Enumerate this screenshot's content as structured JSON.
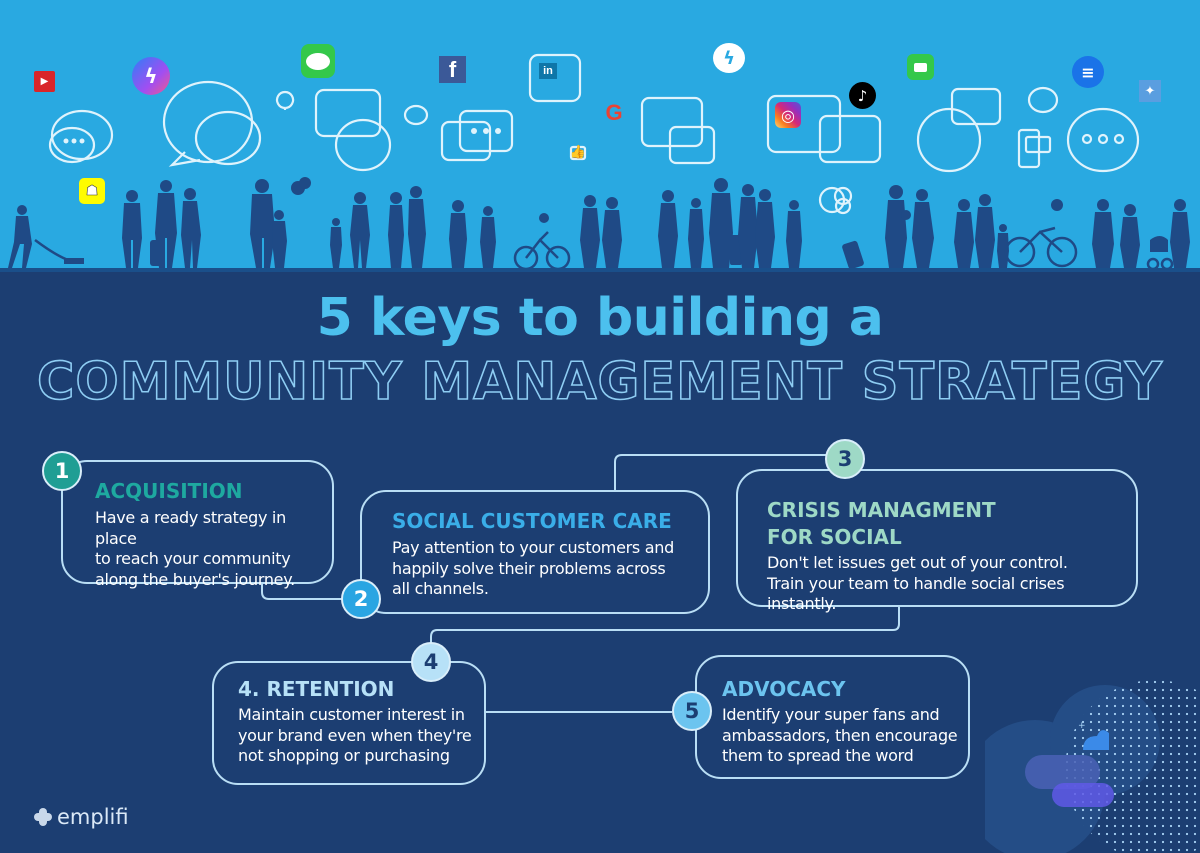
{
  "header": {
    "title_line1": "5 keys to building a",
    "title_line2": "COMMUNITY MANAGEMENT STRATEGY"
  },
  "social_icons": [
    {
      "name": "youtube-icon",
      "glyph": "▶",
      "color": "#d9252a"
    },
    {
      "name": "messenger-icon",
      "glyph": "ϟ",
      "color": "#8a4df0"
    },
    {
      "name": "imessage-icon",
      "glyph": "💬",
      "color": "#34c84a"
    },
    {
      "name": "facebook-icon",
      "glyph": "f",
      "color": "#3b5998"
    },
    {
      "name": "linkedin-icon",
      "glyph": "in",
      "color": "#0e76a8"
    },
    {
      "name": "google-icon",
      "glyph": "G",
      "color": "#ea4335"
    },
    {
      "name": "messenger-white-icon",
      "glyph": "ϟ",
      "color": "#ffffff"
    },
    {
      "name": "instagram-icon",
      "glyph": "◎",
      "color": "#d6249f"
    },
    {
      "name": "tiktok-icon",
      "glyph": "♪",
      "color": "#000000"
    },
    {
      "name": "facetime-icon",
      "glyph": "■",
      "color": "#34c84a"
    },
    {
      "name": "google-messages-icon",
      "glyph": "≡",
      "color": "#1a73e8"
    },
    {
      "name": "twitter-icon",
      "glyph": "🐦",
      "color": "#5a9ee0"
    },
    {
      "name": "snapchat-icon",
      "glyph": "👻",
      "color": "#fffc00"
    },
    {
      "name": "like-icon",
      "glyph": "👍",
      "color": "#ffffff"
    }
  ],
  "steps": [
    {
      "number": "1",
      "title": "ACQUISITION",
      "lines": [
        "Have a ready strategy in place",
        "to reach your community",
        "along the buyer's journey."
      ],
      "title_color": "#1ea9a0",
      "badge_color": "#1f9e94",
      "badge_text_color": "#ffffff"
    },
    {
      "number": "2",
      "title": "SOCIAL CUSTOMER CARE",
      "lines": [
        "Pay attention to your customers and",
        "happily solve their problems across",
        "all channels."
      ],
      "title_color": "#3aaee8",
      "badge_color": "#2aa5e2",
      "badge_text_color": "#ffffff"
    },
    {
      "number": "3",
      "title_line1": "CRISIS MANAGMENT",
      "title_line2": "FOR SOCIAL",
      "lines": [
        "Don't let issues get out of your control.",
        "Train your team to handle social crises instantly."
      ],
      "title_color": "#9ed9c6",
      "badge_color": "#9ed9c6",
      "badge_text_color": "#1c3e72"
    },
    {
      "number": "4",
      "title": "4. RETENTION",
      "lines": [
        "Maintain customer interest in",
        "your brand even when they're",
        "not shopping or purchasing"
      ],
      "title_color": "#b7e1f7",
      "badge_color": "#b7e1f7",
      "badge_text_color": "#1c3e72"
    },
    {
      "number": "5",
      "title": "ADVOCACY",
      "lines": [
        "Identify your super fans and",
        "ambassadors, then encourage",
        "them to spread the word"
      ],
      "title_color": "#6cc4ef",
      "badge_color": "#6cc4ef",
      "badge_text_color": "#1c3e72"
    }
  ],
  "footer": {
    "brand": "emplifi"
  },
  "colors": {
    "background": "#1c3e72",
    "top_band": "#29a9e1",
    "title": "#4cc0ee",
    "outline_text": "#8ecdf3",
    "card_border": "#b9def5"
  }
}
